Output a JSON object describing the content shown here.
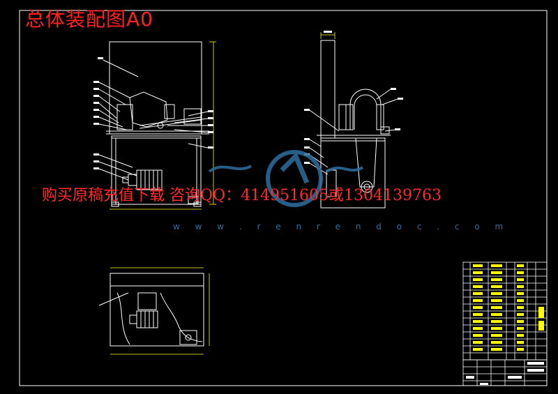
{
  "drawing": {
    "title": "总体装配图A0",
    "purchase_notice": "购买原稿充值下载 咨询QQ：414951605或1304139763",
    "watermark_url": "w w w . r e n r e n d o c . c o m",
    "colors": {
      "background": "#000000",
      "frame": "#ffffff",
      "title": "#ff2020",
      "notice": "#ff2a2a",
      "watermark": "#2d6fa0",
      "dimension": "#ffff00",
      "table_text": "#ffff00"
    }
  }
}
